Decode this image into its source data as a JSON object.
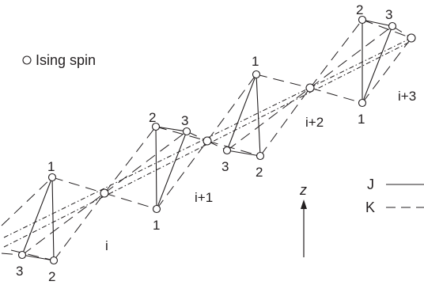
{
  "legend": {
    "spin_label": "Ising spin",
    "j_label": "J",
    "k_label": "K"
  },
  "axis": {
    "label": "z"
  },
  "cells": [
    {
      "label": "i",
      "spins": [
        "1",
        "2",
        "3"
      ]
    },
    {
      "label": "i+1",
      "spins": [
        "1",
        "2",
        "3"
      ]
    },
    {
      "label": "i+2",
      "spins": [
        "1",
        "2",
        "3"
      ]
    },
    {
      "label": "i+3",
      "spins": [
        "1",
        "2",
        "3"
      ]
    }
  ]
}
